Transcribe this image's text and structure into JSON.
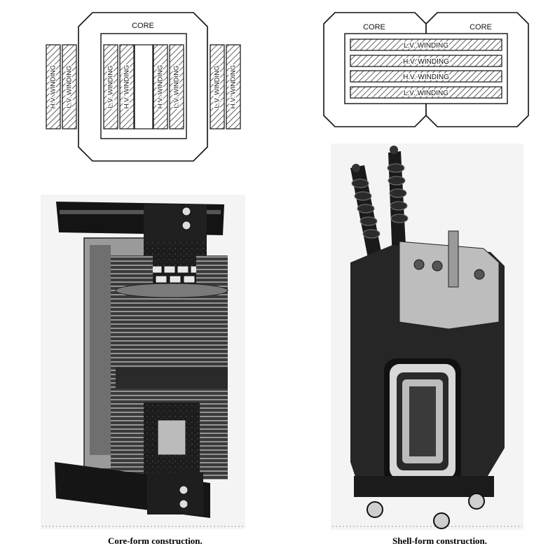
{
  "core_form_diagram": {
    "core_label": "CORE",
    "windings": [
      "H.V. WINDING",
      "L.V. WINDING",
      "L.V. WINDING",
      "H.V. WINDING",
      "H.V. WINDING",
      "L.V. WINDING",
      "L.V. WINDING",
      "H.V. WINDING"
    ]
  },
  "shell_form_diagram": {
    "core_labels": [
      "CORE",
      "CORE"
    ],
    "windings": [
      "L.V. WINDING",
      "H.V. WINDING",
      "H.V. WINDING",
      "L.V. WINDING"
    ]
  },
  "captions": {
    "core_form": "Core-form construction.",
    "shell_form": "Shell-form construction."
  }
}
